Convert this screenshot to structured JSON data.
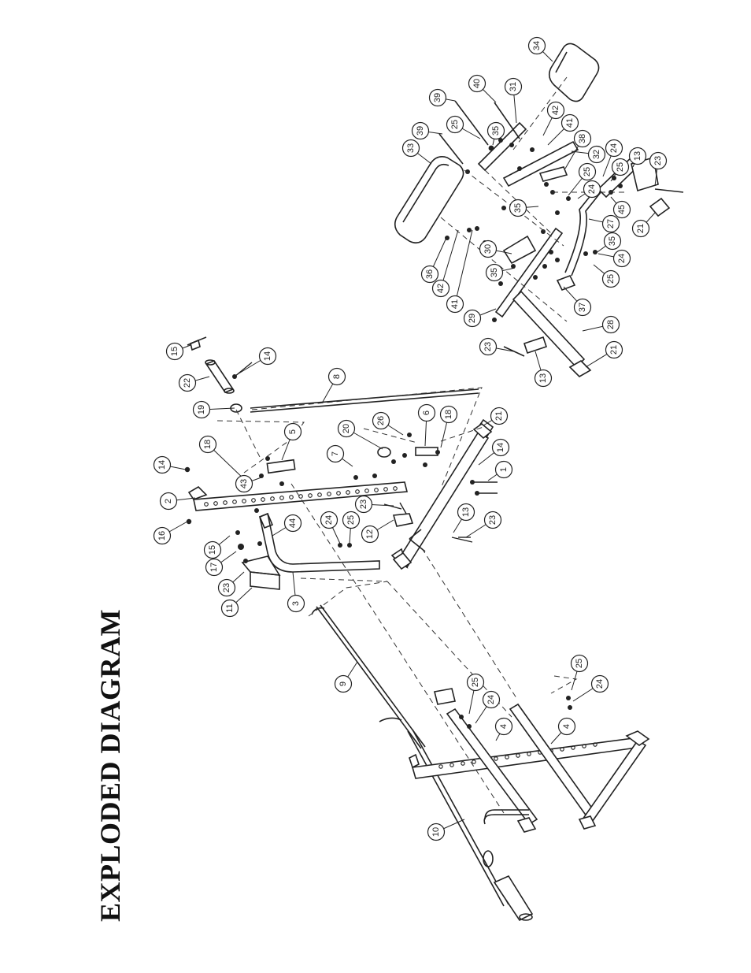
{
  "title": "EXPLODED DIAGRAM",
  "colors": {
    "ink": "#222222",
    "paper": "#ffffff"
  },
  "parts": [
    {
      "id": "p2",
      "label": "2"
    },
    {
      "id": "p14a",
      "label": "14"
    },
    {
      "id": "p16",
      "label": "16"
    },
    {
      "id": "p18a",
      "label": "18"
    },
    {
      "id": "p19",
      "label": "19"
    },
    {
      "id": "p22",
      "label": "22"
    },
    {
      "id": "p15a",
      "label": "15"
    },
    {
      "id": "p14b",
      "label": "14"
    },
    {
      "id": "p8",
      "label": "8"
    },
    {
      "id": "p5",
      "label": "5"
    },
    {
      "id": "p43",
      "label": "43"
    },
    {
      "id": "p20",
      "label": "20"
    },
    {
      "id": "p26",
      "label": "26"
    },
    {
      "id": "p6",
      "label": "6"
    },
    {
      "id": "p18b",
      "label": "18"
    },
    {
      "id": "p21a",
      "label": "21"
    },
    {
      "id": "p7",
      "label": "7"
    },
    {
      "id": "p14c",
      "label": "14"
    },
    {
      "id": "p1",
      "label": "1"
    },
    {
      "id": "p23a",
      "label": "23"
    },
    {
      "id": "p12",
      "label": "12"
    },
    {
      "id": "p13a",
      "label": "13"
    },
    {
      "id": "p23b",
      "label": "23"
    },
    {
      "id": "p24a",
      "label": "24"
    },
    {
      "id": "p25a",
      "label": "25"
    },
    {
      "id": "p44",
      "label": "44"
    },
    {
      "id": "p15b",
      "label": "15"
    },
    {
      "id": "p17",
      "label": "17"
    },
    {
      "id": "p23c",
      "label": "23"
    },
    {
      "id": "p11",
      "label": "11"
    },
    {
      "id": "p3",
      "label": "3"
    },
    {
      "id": "p9",
      "label": "9"
    },
    {
      "id": "p25b",
      "label": "25"
    },
    {
      "id": "p24b",
      "label": "24"
    },
    {
      "id": "p4a",
      "label": "4"
    },
    {
      "id": "p4b",
      "label": "4"
    },
    {
      "id": "p25c",
      "label": "25"
    },
    {
      "id": "p24c",
      "label": "24"
    },
    {
      "id": "p10",
      "label": "10"
    },
    {
      "id": "p34",
      "label": "34"
    },
    {
      "id": "p40",
      "label": "40"
    },
    {
      "id": "p31",
      "label": "31"
    },
    {
      "id": "p39a",
      "label": "39"
    },
    {
      "id": "p25d",
      "label": "25"
    },
    {
      "id": "p35a",
      "label": "35"
    },
    {
      "id": "p42a",
      "label": "42"
    },
    {
      "id": "p41a",
      "label": "41"
    },
    {
      "id": "p39b",
      "label": "39"
    },
    {
      "id": "p38",
      "label": "38"
    },
    {
      "id": "p33",
      "label": "33"
    },
    {
      "id": "p32",
      "label": "32"
    },
    {
      "id": "p24d",
      "label": "24"
    },
    {
      "id": "p25e",
      "label": "25"
    },
    {
      "id": "p13b",
      "label": "13"
    },
    {
      "id": "p25f",
      "label": "25"
    },
    {
      "id": "p24e",
      "label": "24"
    },
    {
      "id": "p23d",
      "label": "23"
    },
    {
      "id": "p35b",
      "label": "35"
    },
    {
      "id": "p45",
      "label": "45"
    },
    {
      "id": "p27",
      "label": "27"
    },
    {
      "id": "p21b",
      "label": "21"
    },
    {
      "id": "p35c",
      "label": "35"
    },
    {
      "id": "p36",
      "label": "36"
    },
    {
      "id": "p42b",
      "label": "42"
    },
    {
      "id": "p30",
      "label": "30"
    },
    {
      "id": "p24f",
      "label": "24"
    },
    {
      "id": "p35d",
      "label": "35"
    },
    {
      "id": "p41b",
      "label": "41"
    },
    {
      "id": "p25g",
      "label": "25"
    },
    {
      "id": "p29",
      "label": "29"
    },
    {
      "id": "p37",
      "label": "37"
    },
    {
      "id": "p28",
      "label": "28"
    },
    {
      "id": "p23e",
      "label": "23"
    },
    {
      "id": "p13c",
      "label": "13"
    },
    {
      "id": "p21c",
      "label": "21"
    }
  ]
}
